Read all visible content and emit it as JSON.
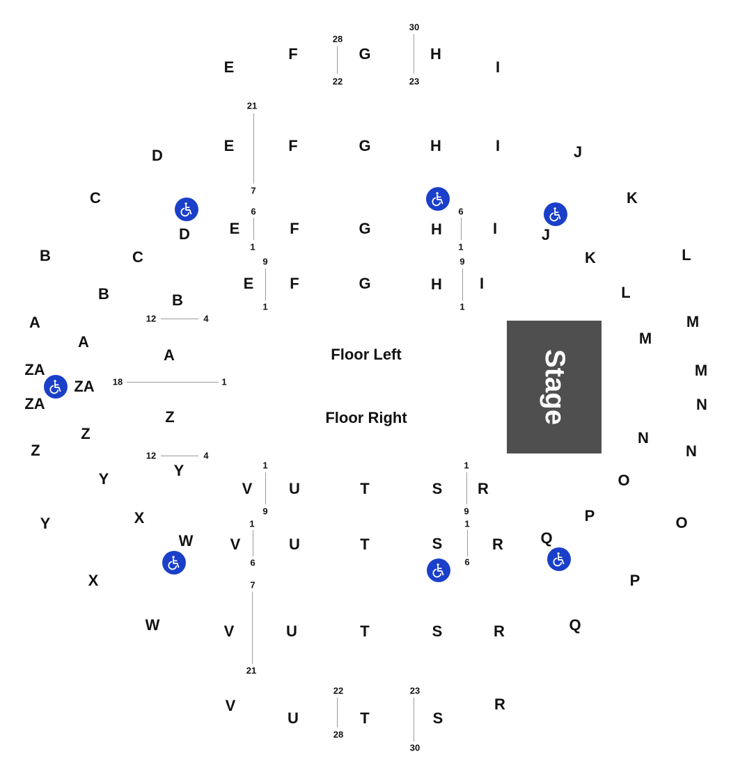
{
  "stage": {
    "label": "Stage",
    "color": "#4f4f4f"
  },
  "sections": {
    "floor_left": "Floor Left",
    "floor_right": "Floor Right"
  },
  "accessibility_color": "#1a3fc9",
  "row_labels": [
    "E",
    "F",
    "G",
    "H",
    "I",
    "E",
    "F",
    "G",
    "H",
    "I",
    "D",
    "J",
    "C",
    "K",
    "D",
    "E",
    "F",
    "G",
    "H",
    "I",
    "J",
    "B",
    "C",
    "K",
    "L",
    "E",
    "F",
    "G",
    "H",
    "I",
    "B",
    "B",
    "L",
    "A",
    "M",
    "A",
    "M",
    "A",
    "M",
    "ZA",
    "ZA",
    "ZA",
    "N",
    "Z",
    "Z",
    "Z",
    "N",
    "N",
    "Y",
    "Y",
    "O",
    "V",
    "U",
    "T",
    "S",
    "R",
    "P",
    "Y",
    "X",
    "O",
    "W",
    "Q",
    "V",
    "U",
    "T",
    "S",
    "R",
    "X",
    "P",
    "W",
    "V",
    "U",
    "T",
    "S",
    "R",
    "Q",
    "V",
    "U",
    "T",
    "S",
    "R"
  ],
  "seat_numbers": [
    "28",
    "22",
    "30",
    "23",
    "21",
    "7",
    "6",
    "1",
    "6",
    "1",
    "9",
    "1",
    "9",
    "1",
    "12",
    "4",
    "18",
    "1",
    "12",
    "4",
    "1",
    "9",
    "1",
    "9",
    "1",
    "6",
    "1",
    "6",
    "7",
    "21",
    "22",
    "28",
    "23",
    "30"
  ]
}
